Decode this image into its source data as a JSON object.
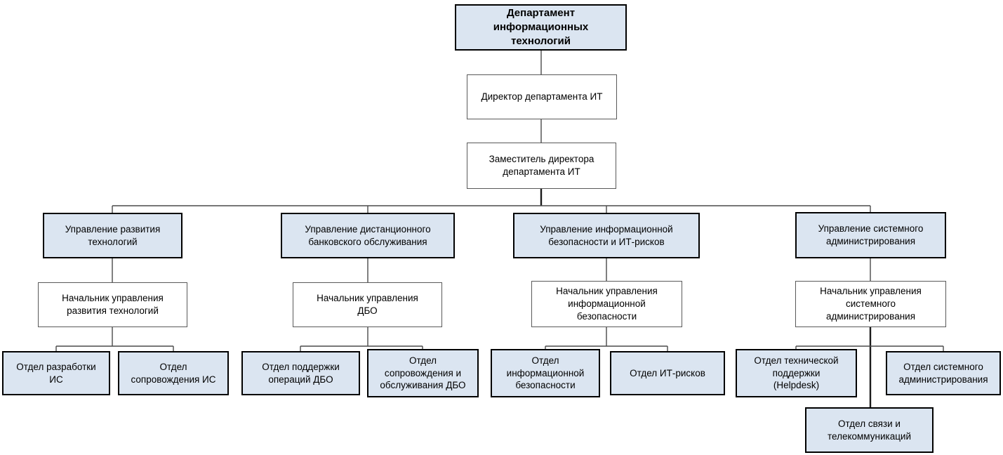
{
  "colors": {
    "node_fill": "#dbe5f1",
    "node_border_strong": "#000000",
    "node_border_light": "#595959",
    "connector": "#4a4a4a",
    "connector_strong": "#1a1a1a",
    "background": "#ffffff",
    "text": "#000000"
  },
  "org": {
    "root": {
      "label": "Департамент\nинформационных\nтехнологий"
    },
    "director": {
      "label": "Директор департамента ИТ"
    },
    "deputy": {
      "label": "Заместитель директора\nдепартамента ИТ"
    },
    "branches": [
      {
        "head": {
          "label": "Управление развития\nтехнологий"
        },
        "manager": {
          "label": "Начальник управления\nразвития технологий"
        },
        "departments": [
          {
            "label": "Отдел разработки\nИС"
          },
          {
            "label": "Отдел\nсопровождения ИС"
          }
        ]
      },
      {
        "head": {
          "label": "Управление дистанционного\nбанковского обслуживания"
        },
        "manager": {
          "label": "Начальник управления\nДБО"
        },
        "departments": [
          {
            "label": "Отдел поддержки\nопераций ДБО"
          },
          {
            "label": "Отдел\nсопровождения и\nобслуживания ДБО"
          }
        ]
      },
      {
        "head": {
          "label": "Управление информационной\nбезопасности и ИТ-рисков"
        },
        "manager": {
          "label": "Начальник управления\nинформационной\nбезопасности"
        },
        "departments": [
          {
            "label": "Отдел\nинформационной\nбезопасности"
          },
          {
            "label": "Отдел ИТ-рисков"
          }
        ]
      },
      {
        "head": {
          "label": "Управление системного\nадминистрирования"
        },
        "manager": {
          "label": "Начальник управления\nсистемного\nадминистрирования"
        },
        "departments": [
          {
            "label": "Отдел технической\nподдержки\n(Helpdesk)"
          },
          {
            "label": "Отдел системного\nадминистрирования"
          },
          {
            "label": "Отдел связи и\nтелекоммуникаций"
          }
        ]
      }
    ]
  }
}
